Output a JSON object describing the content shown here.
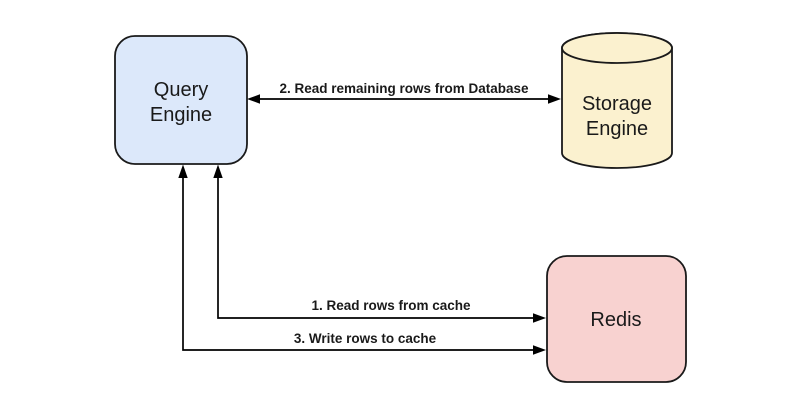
{
  "diagram": {
    "background": "#ffffff",
    "nodes": {
      "query_engine": {
        "lines": [
          "Query",
          "Engine"
        ],
        "shape": "rounded-rect",
        "fill": "#dce8fa",
        "stroke": "#1a1a1a"
      },
      "storage_engine": {
        "lines": [
          "Storage",
          "Engine"
        ],
        "shape": "cylinder",
        "fill": "#fbf1cf",
        "stroke": "#1a1a1a"
      },
      "redis": {
        "label": "Redis",
        "shape": "rounded-rect",
        "fill": "#f8d2d0",
        "stroke": "#1a1a1a"
      }
    },
    "edges": [
      {
        "label": "1. Read rows from cache",
        "from": "query_engine",
        "to": "redis",
        "direction": "both"
      },
      {
        "label": "2. Read remaining rows from Database",
        "from": "query_engine",
        "to": "storage_engine",
        "direction": "both"
      },
      {
        "label": "3. Write rows to cache",
        "from": "query_engine",
        "to": "redis",
        "direction": "both"
      }
    ],
    "colors": {
      "edge": "#000000",
      "text": "#1a1a1a"
    }
  }
}
